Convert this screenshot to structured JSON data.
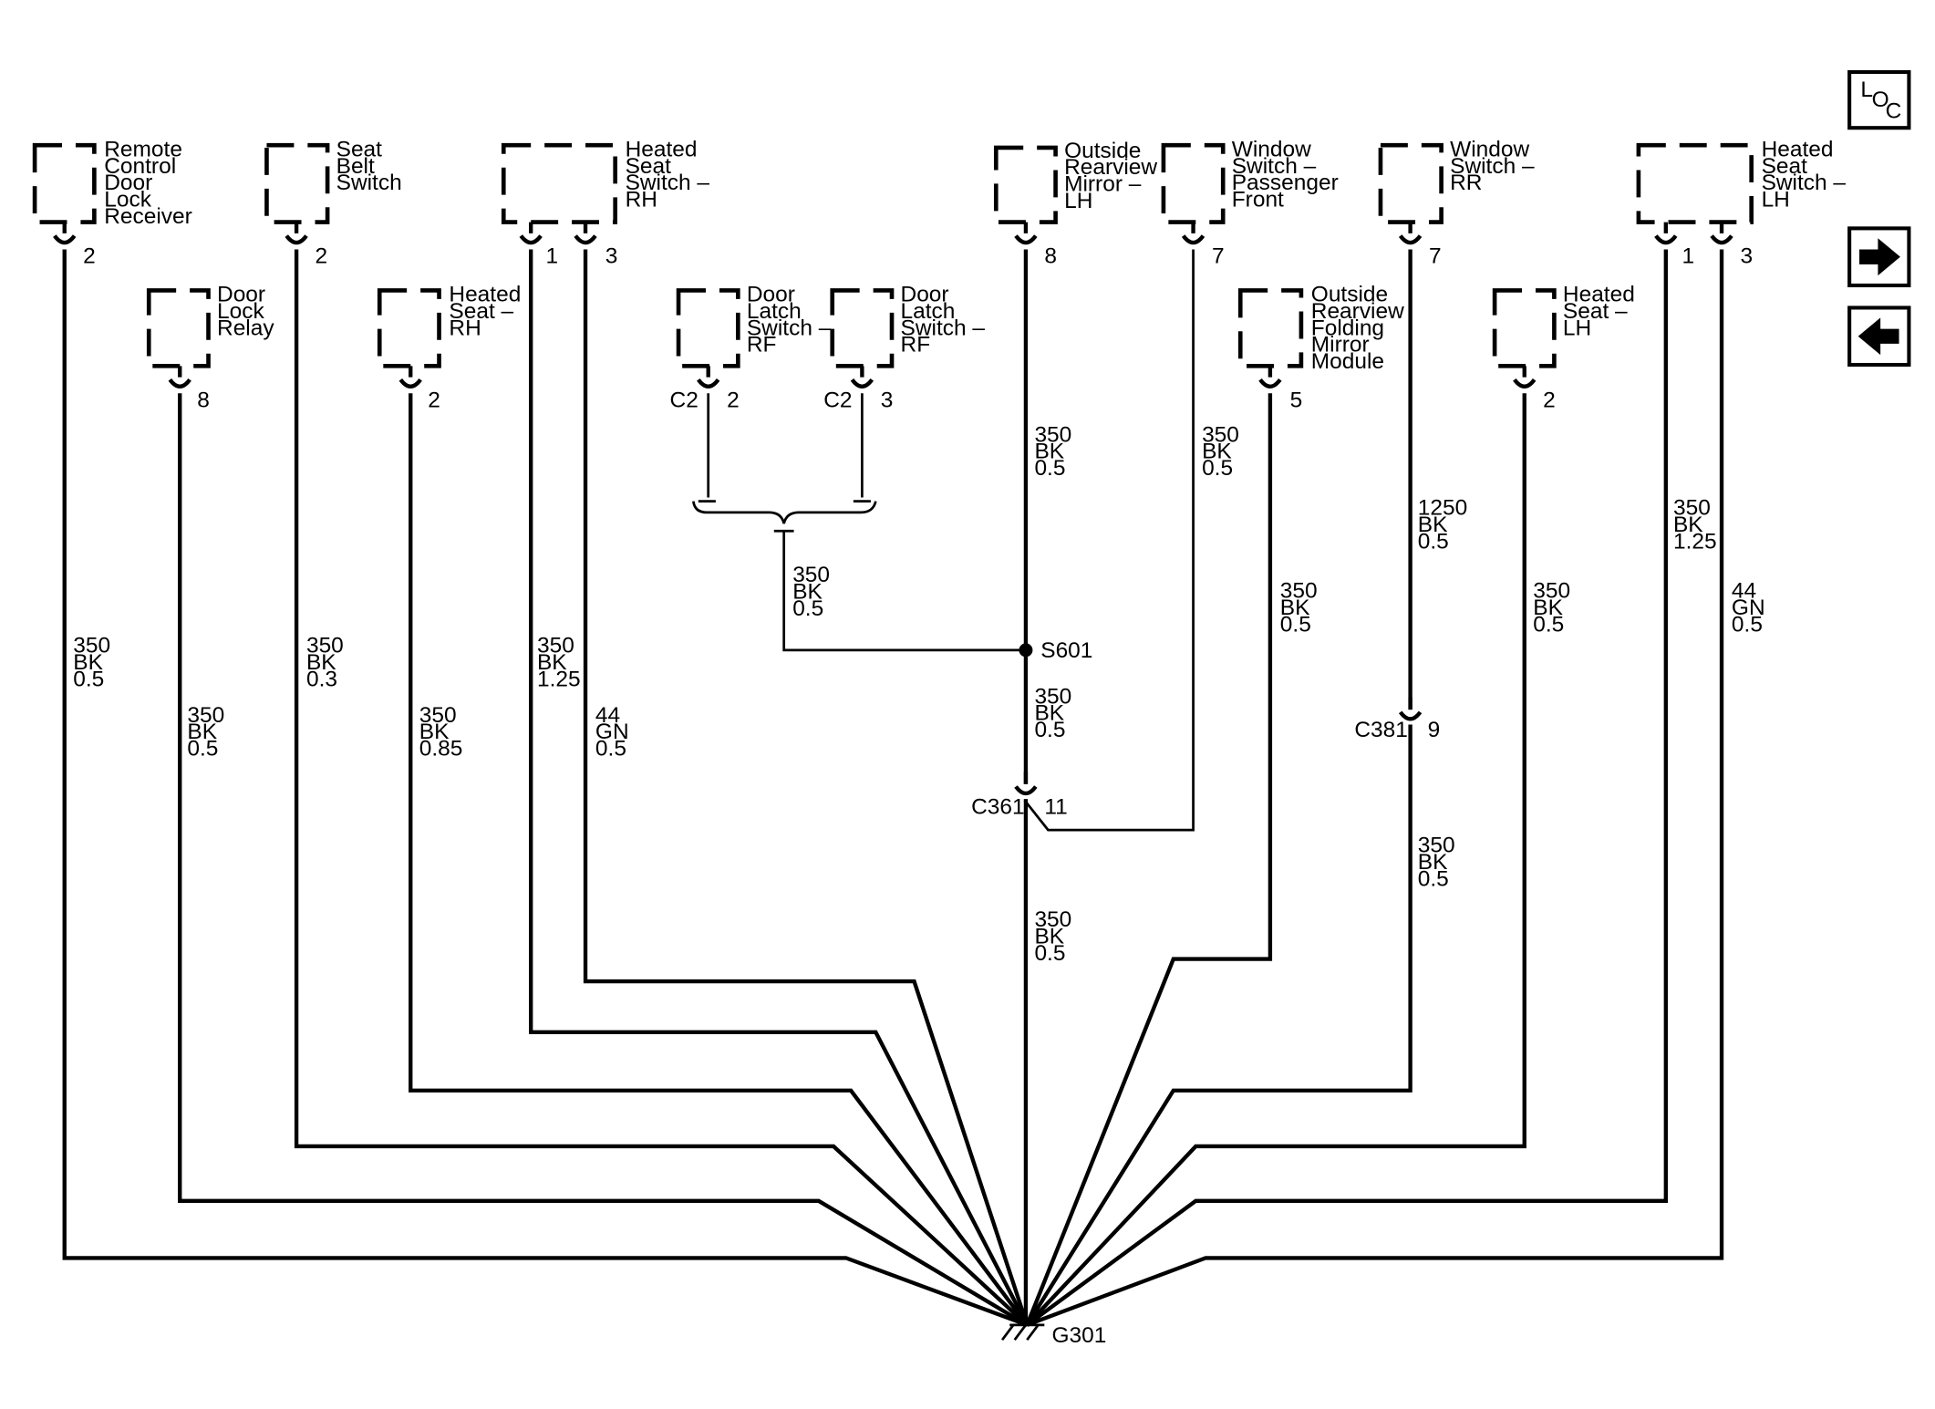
{
  "nav": {
    "loc_letters": [
      "L",
      "O",
      "C"
    ],
    "next_icon": "right-arrow-icon",
    "prev_icon": "left-arrow-icon"
  },
  "components": [
    {
      "id": "remote-control-door-lock-receiver",
      "lines": [
        "Remote",
        "Control",
        "Door",
        "Lock",
        "Receiver"
      ]
    },
    {
      "id": "seat-belt-switch",
      "lines": [
        "Seat",
        "Belt",
        "Switch"
      ]
    },
    {
      "id": "heated-seat-switch-rh",
      "lines": [
        "Heated",
        "Seat",
        "Switch –",
        "RH"
      ]
    },
    {
      "id": "outside-rearview-mirror-lh",
      "lines": [
        "Outside",
        "Rearview",
        "Mirror –",
        "LH"
      ]
    },
    {
      "id": "window-switch-passenger-front",
      "lines": [
        "Window",
        "Switch –",
        "Passenger",
        "Front"
      ]
    },
    {
      "id": "window-switch-rr",
      "lines": [
        "Window",
        "Switch –",
        "RR"
      ]
    },
    {
      "id": "heated-seat-switch-lh",
      "lines": [
        "Heated",
        "Seat",
        "Switch –",
        "LH"
      ]
    },
    {
      "id": "door-lock-relay",
      "lines": [
        "Door",
        "Lock",
        "Relay"
      ]
    },
    {
      "id": "heated-seat-rh",
      "lines": [
        "Heated",
        "Seat –",
        "RH"
      ]
    },
    {
      "id": "door-latch-switch-rf-1",
      "lines": [
        "Door",
        "Latch",
        "Switch –",
        "RF"
      ]
    },
    {
      "id": "door-latch-switch-rf-2",
      "lines": [
        "Door",
        "Latch",
        "Switch –",
        "RF"
      ]
    },
    {
      "id": "outside-rearview-folding-mirror-module",
      "lines": [
        "Outside",
        "Rearview",
        "Folding",
        "Mirror",
        "Module"
      ]
    },
    {
      "id": "heated-seat-lh",
      "lines": [
        "Heated",
        "Seat –",
        "LH"
      ]
    }
  ],
  "pins": [
    "2",
    "2",
    "1",
    "3",
    "8",
    "7",
    "7",
    "1",
    "3",
    "8",
    "2",
    "2",
    "3",
    "5",
    "2"
  ],
  "connectors": {
    "c2_left": "C2",
    "c2_right": "C2",
    "c361": "C361",
    "c361_pin": "11",
    "c381": "C381",
    "c381_pin": "9"
  },
  "splice": "S601",
  "ground": "G301",
  "wire_labels": [
    [
      "350",
      "BK",
      "0.5"
    ],
    [
      "350",
      "BK",
      "0.5"
    ],
    [
      "350",
      "BK",
      "0.3"
    ],
    [
      "350",
      "BK",
      "0.85"
    ],
    [
      "350",
      "BK",
      "1.25"
    ],
    [
      "44",
      "GN",
      "0.5"
    ],
    [
      "350",
      "BK",
      "0.5"
    ],
    [
      "350",
      "BK",
      "0.5"
    ],
    [
      "350",
      "BK",
      "0.5"
    ],
    [
      "350",
      "BK",
      "0.5"
    ],
    [
      "350",
      "BK",
      "0.5"
    ],
    [
      "350",
      "BK",
      "0.5"
    ],
    [
      "1250",
      "BK",
      "0.5"
    ],
    [
      "350",
      "BK",
      "0.5"
    ],
    [
      "350",
      "BK",
      "0.5"
    ],
    [
      "350",
      "BK",
      "1.25"
    ],
    [
      "44",
      "GN",
      "0.5"
    ]
  ]
}
